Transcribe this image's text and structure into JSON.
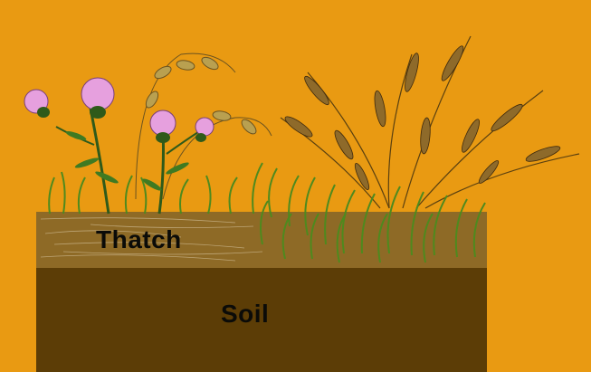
{
  "colors": {
    "background": "#E99A12",
    "soil": "#5C3D06",
    "thatch": "#8E6A26",
    "grass": "#4E8A1E",
    "thistle_flower": "#E6A0DE",
    "seed_head": "#8E6A2A"
  },
  "labels": {
    "thatch": "Thatch",
    "soil": "Soil"
  },
  "icons": [
    "thistle-plant",
    "oat-grass-plant",
    "seed-head-grass-plant"
  ]
}
